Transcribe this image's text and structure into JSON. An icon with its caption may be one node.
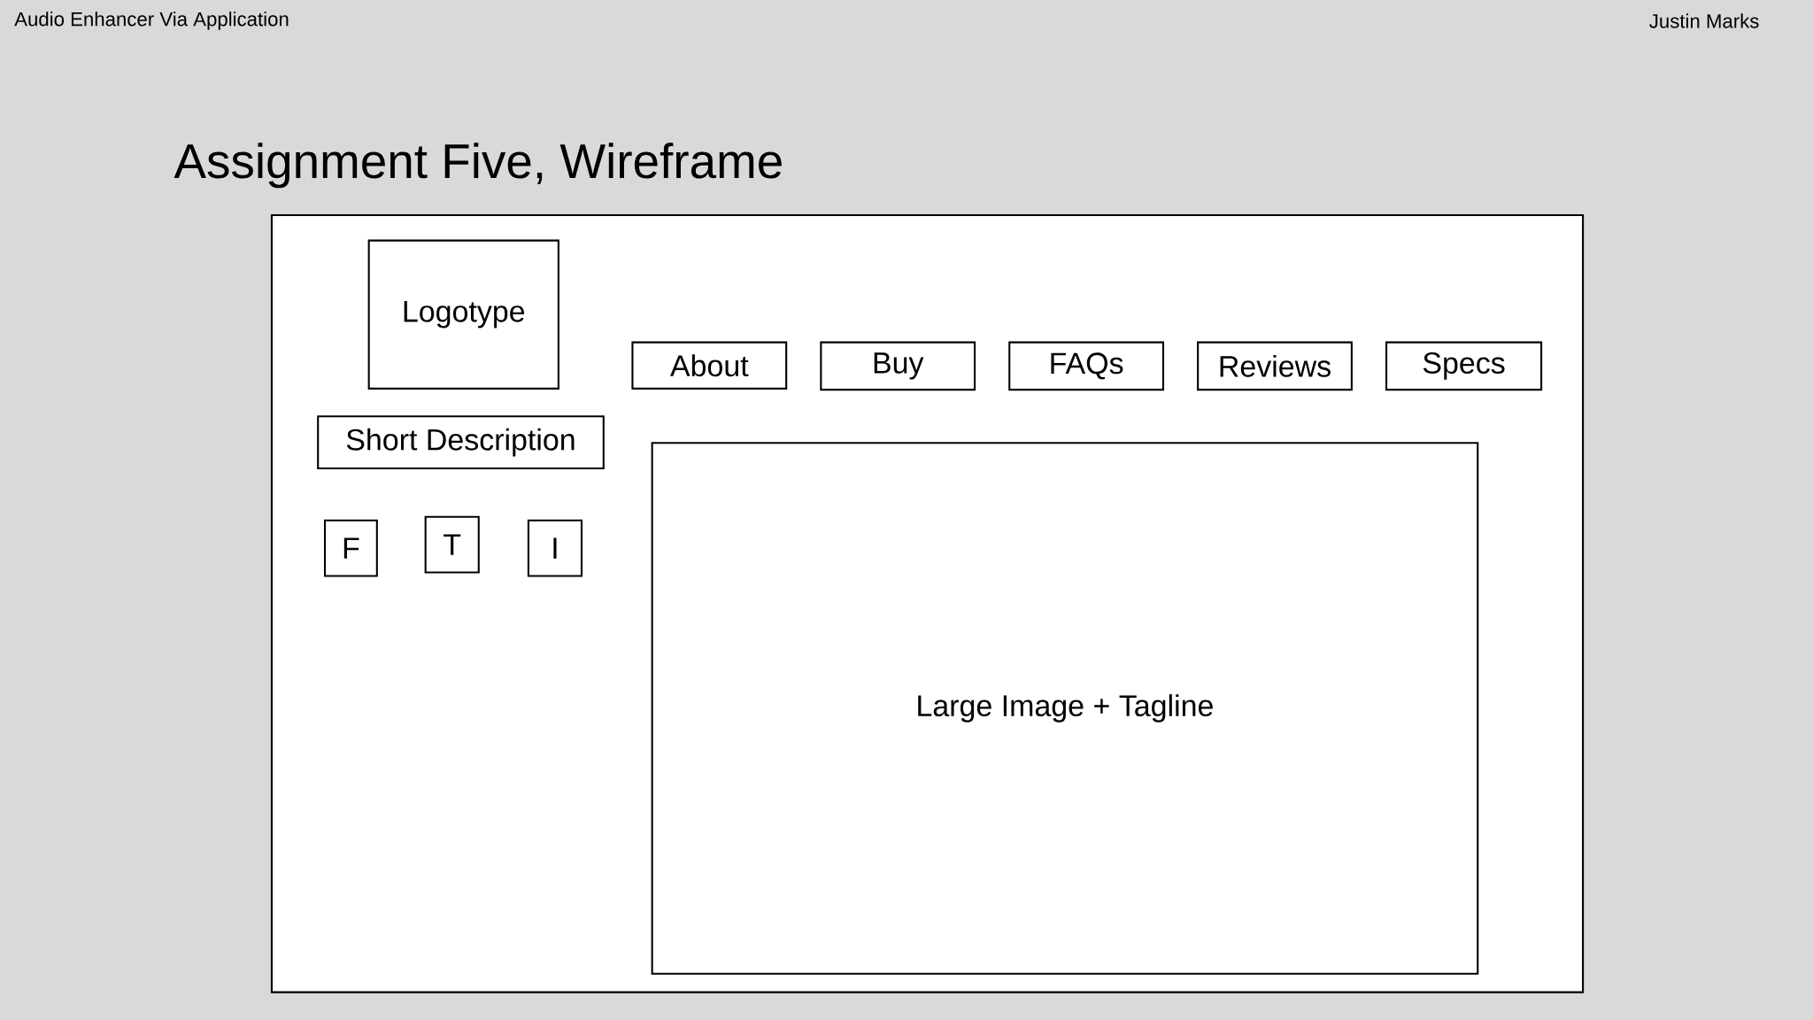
{
  "diagram": {
    "title": "Assignment Five, Wireframe",
    "nodes": [
      {
        "text": [],
        "shape": "box"
      },
      {
        "text": [
          "Logotype"
        ],
        "in": 0
      },
      {
        "text": [
          "About"
        ],
        "in": 0
      },
      {
        "text": [
          "Buy"
        ],
        "in": 0
      },
      {
        "text": [
          "FAQs"
        ],
        "in": 0
      },
      {
        "text": [
          "Reviews"
        ],
        "in": 0
      },
      {
        "text": [
          "Specs"
        ],
        "in": 0
      },
      {
        "text": [
          "Short Description"
        ],
        "in": 0
      },
      {
        "text": [
          "F"
        ],
        "in": 0
      },
      {
        "text": [
          "T"
        ],
        "in": 0
      },
      {
        "text": [
          "I"
        ],
        "in": 0
      },
      {
        "text": [
          "Large Image + Tagline"
        ],
        "in": 0
      }
    ],
    "labels": [
      "Audio Enhancer Via Application",
      "Justin Marks"
    ]
  }
}
